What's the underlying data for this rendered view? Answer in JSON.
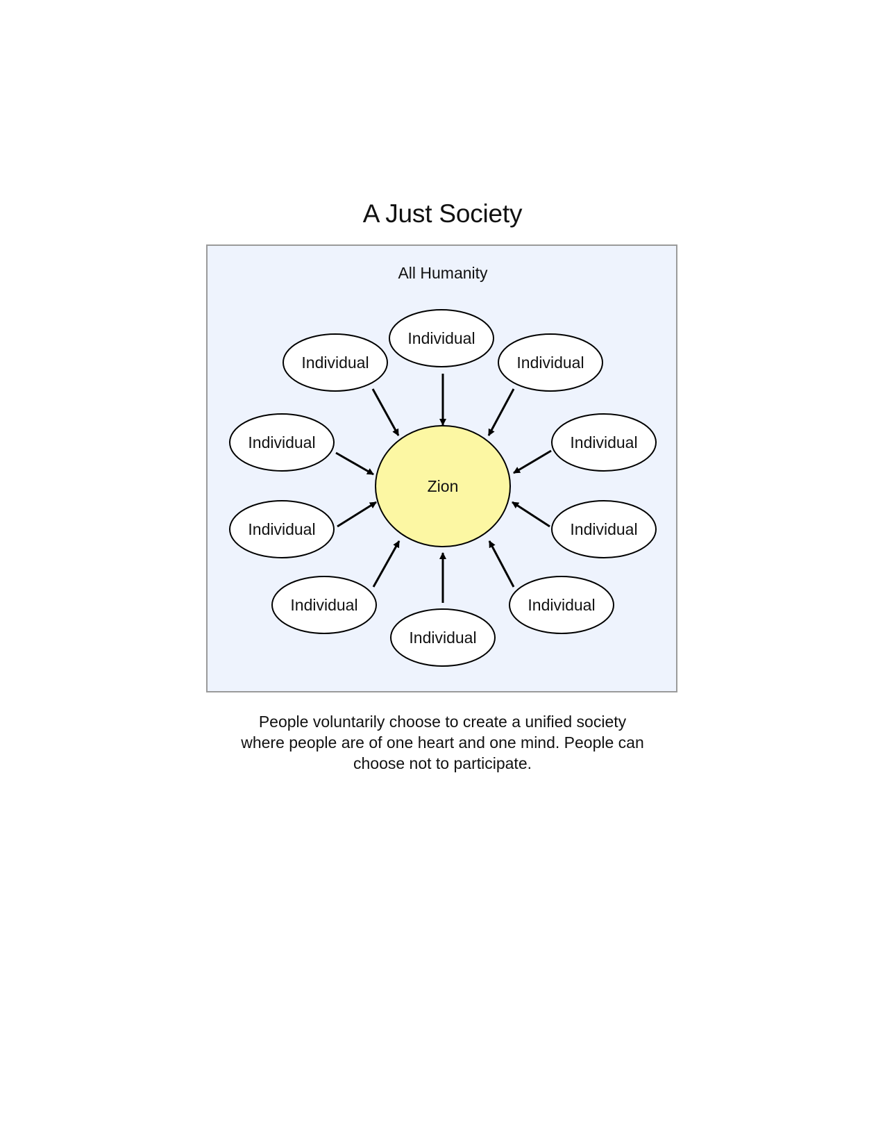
{
  "title": "A Just Society",
  "frame": {
    "label": "All Humanity",
    "background": "#eef3fd",
    "border": "#9a9a9a"
  },
  "center": {
    "label": "Zion",
    "fill": "#fcf7a3"
  },
  "individuals": [
    "Individual",
    "Individual",
    "Individual",
    "Individual",
    "Individual",
    "Individual",
    "Individual",
    "Individual",
    "Individual",
    "Individual"
  ],
  "caption": "People voluntarily choose to create a unified society\nwhere people are of one heart and one mind.  People can\nchoose not to participate."
}
